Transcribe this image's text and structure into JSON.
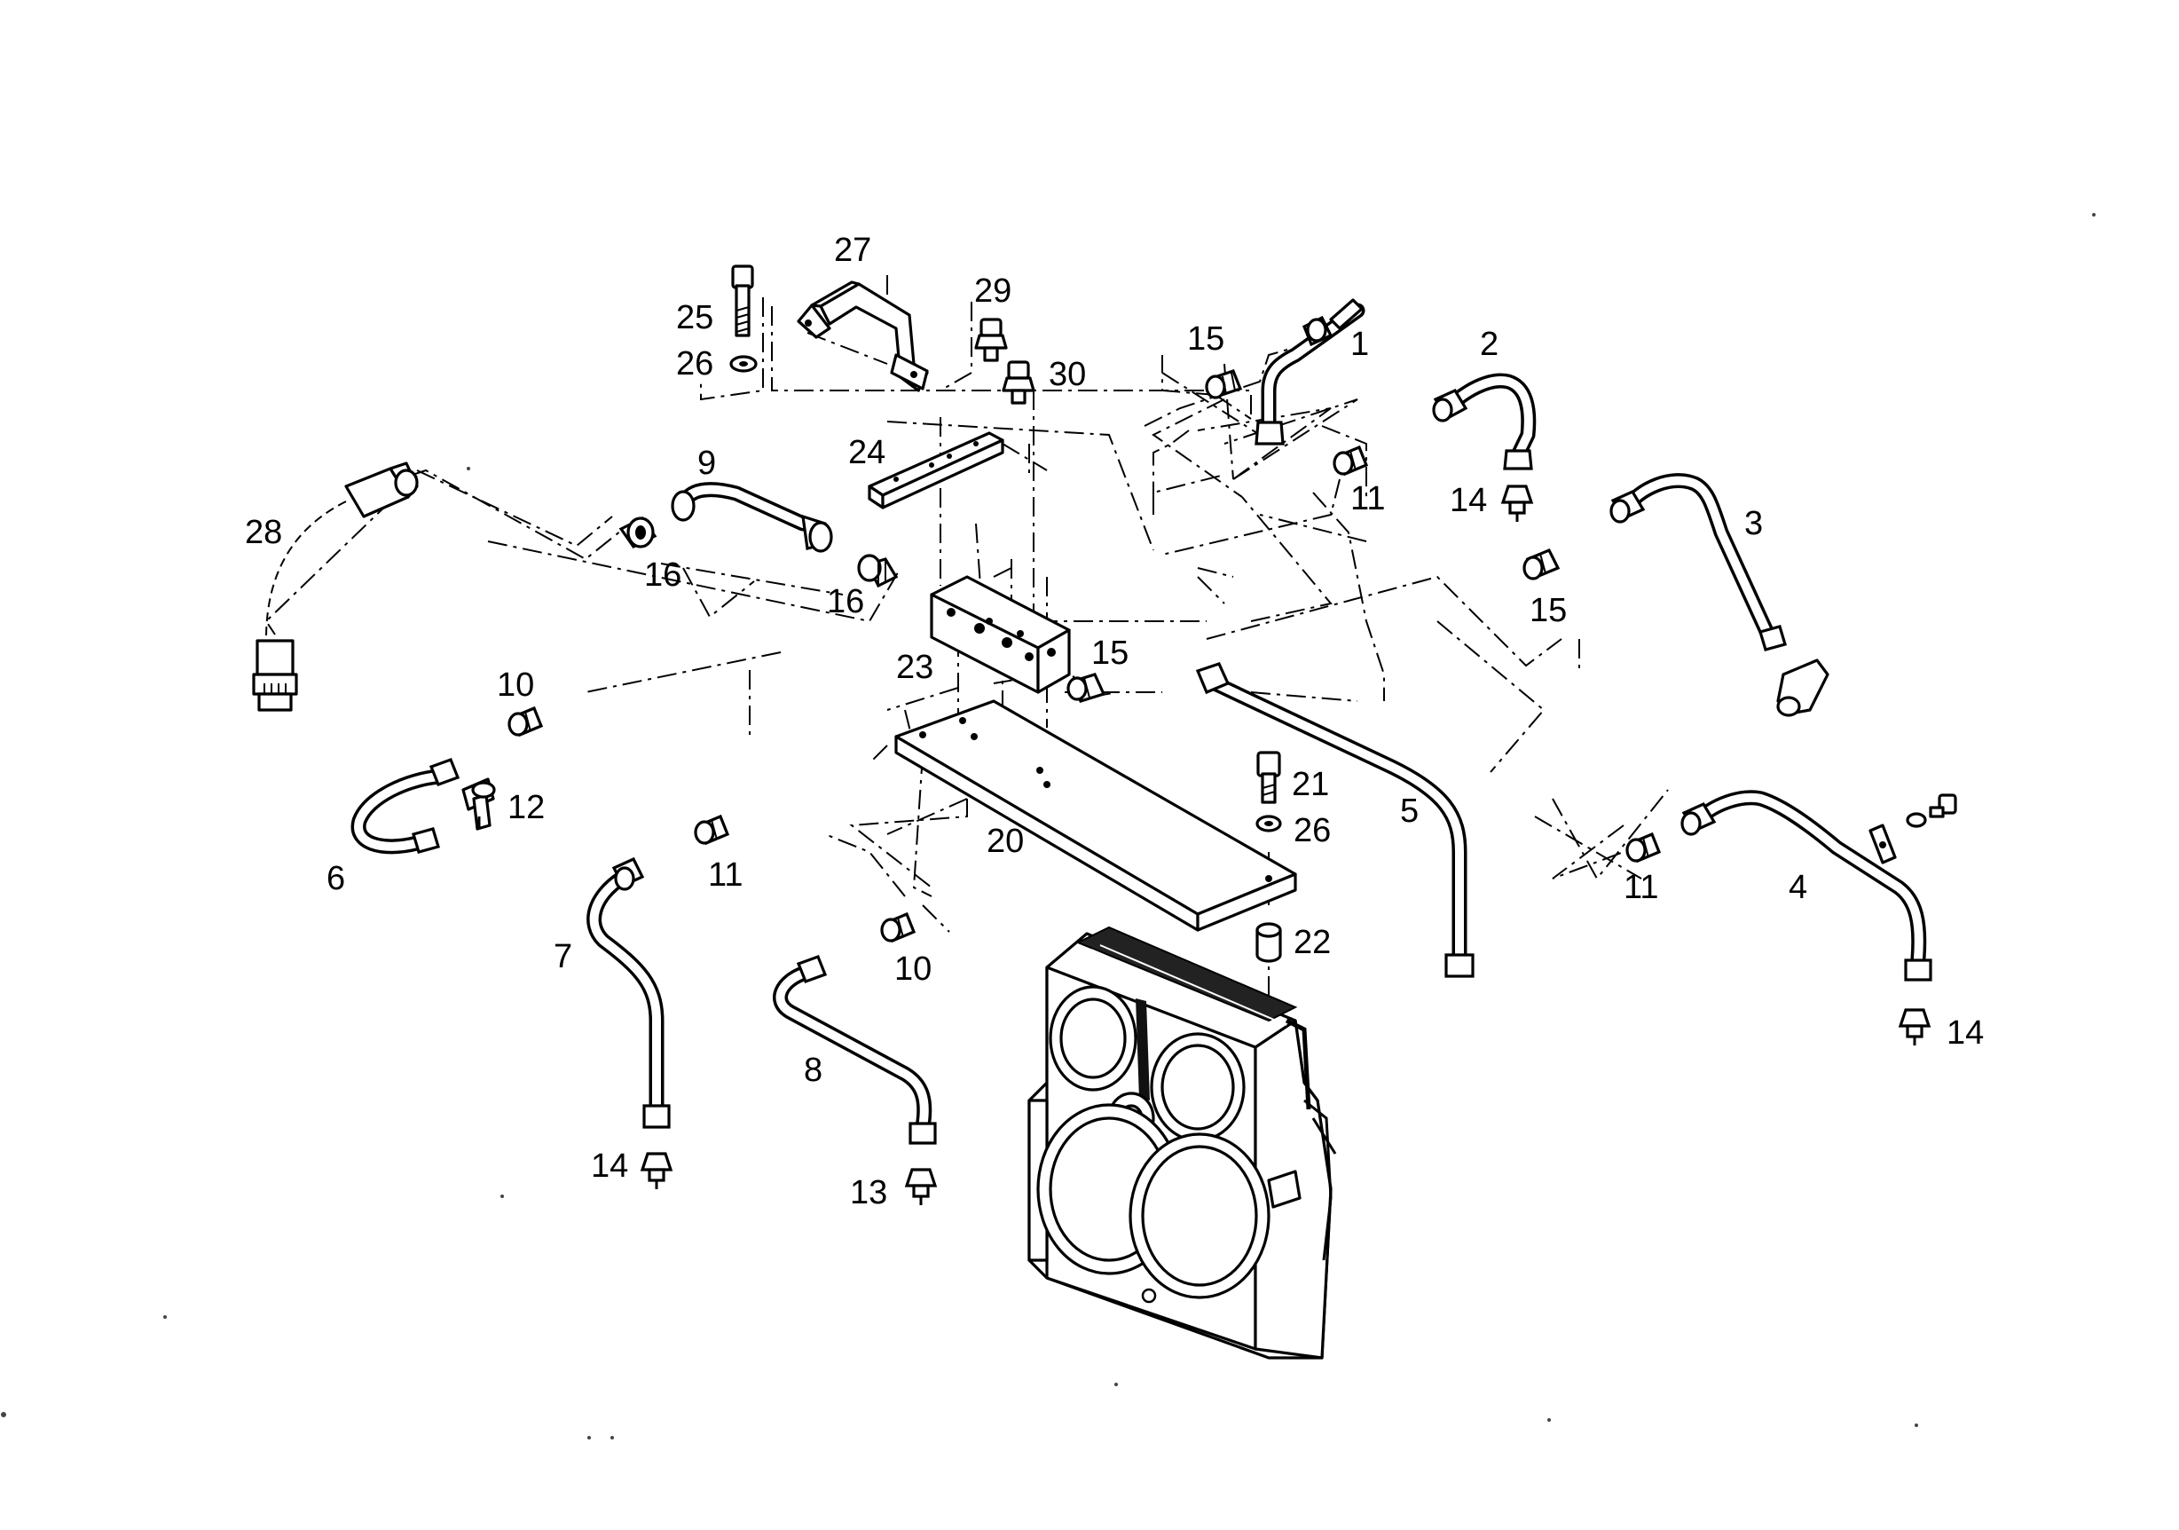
{
  "callouts": [
    {
      "id": "c1",
      "text": "1"
    },
    {
      "id": "c2",
      "text": "2"
    },
    {
      "id": "c3",
      "text": "3"
    },
    {
      "id": "c4",
      "text": "4"
    },
    {
      "id": "c5",
      "text": "5"
    },
    {
      "id": "c6",
      "text": "6"
    },
    {
      "id": "c7",
      "text": "7"
    },
    {
      "id": "c8",
      "text": "8"
    },
    {
      "id": "c9",
      "text": "9"
    },
    {
      "id": "c10a",
      "text": "10"
    },
    {
      "id": "c10b",
      "text": "10"
    },
    {
      "id": "c11a",
      "text": "11"
    },
    {
      "id": "c11b",
      "text": "11"
    },
    {
      "id": "c11c",
      "text": "11"
    },
    {
      "id": "c12",
      "text": "12"
    },
    {
      "id": "c13",
      "text": "13"
    },
    {
      "id": "c14a",
      "text": "14"
    },
    {
      "id": "c14b",
      "text": "14"
    },
    {
      "id": "c14c",
      "text": "14"
    },
    {
      "id": "c15a",
      "text": "15"
    },
    {
      "id": "c15b",
      "text": "15"
    },
    {
      "id": "c15c",
      "text": "15"
    },
    {
      "id": "c16a",
      "text": "16"
    },
    {
      "id": "c16b",
      "text": "16"
    },
    {
      "id": "c20",
      "text": "20"
    },
    {
      "id": "c21",
      "text": "21"
    },
    {
      "id": "c22",
      "text": "22"
    },
    {
      "id": "c23",
      "text": "23"
    },
    {
      "id": "c24",
      "text": "24"
    },
    {
      "id": "c25",
      "text": "25"
    },
    {
      "id": "c26a",
      "text": "26"
    },
    {
      "id": "c26b",
      "text": "26"
    },
    {
      "id": "c27",
      "text": "27"
    },
    {
      "id": "c28",
      "text": "28"
    },
    {
      "id": "c29",
      "text": "29"
    },
    {
      "id": "c30",
      "text": "30"
    }
  ]
}
